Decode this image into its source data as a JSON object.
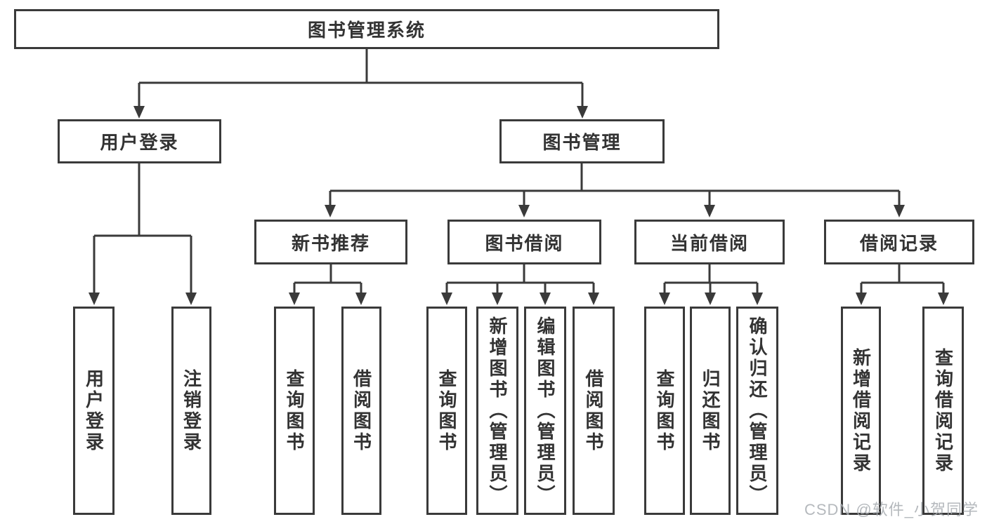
{
  "diagram": {
    "type": "hierarchy-tree",
    "root": {
      "label": "图书管理系统",
      "children": [
        {
          "label": "用户登录",
          "children": [
            {
              "label": "用户登录"
            },
            {
              "label": "注销登录"
            }
          ]
        },
        {
          "label": "图书管理",
          "children": [
            {
              "label": "新书推荐",
              "children": [
                {
                  "label": "查询图书"
                },
                {
                  "label": "借阅图书"
                }
              ]
            },
            {
              "label": "图书借阅",
              "children": [
                {
                  "label": "查询图书"
                },
                {
                  "label": "新增图书（管理员）"
                },
                {
                  "label": "编辑图书（管理员）"
                },
                {
                  "label": "借阅图书"
                }
              ]
            },
            {
              "label": "当前借阅",
              "children": [
                {
                  "label": "查询图书"
                },
                {
                  "label": "归还图书"
                },
                {
                  "label": "确认归还（管理员）"
                }
              ]
            },
            {
              "label": "借阅记录",
              "children": [
                {
                  "label": "新增借阅记录"
                },
                {
                  "label": "查询借阅记录"
                }
              ]
            }
          ]
        }
      ]
    },
    "colors": {
      "line": "#3a3a3a",
      "node_border": "#3a3a3a",
      "node_fill": "#ffffff",
      "text": "#333333"
    }
  },
  "watermark": {
    "text": "CSDN @软件_小贺同学",
    "color": "#a8adb2"
  }
}
